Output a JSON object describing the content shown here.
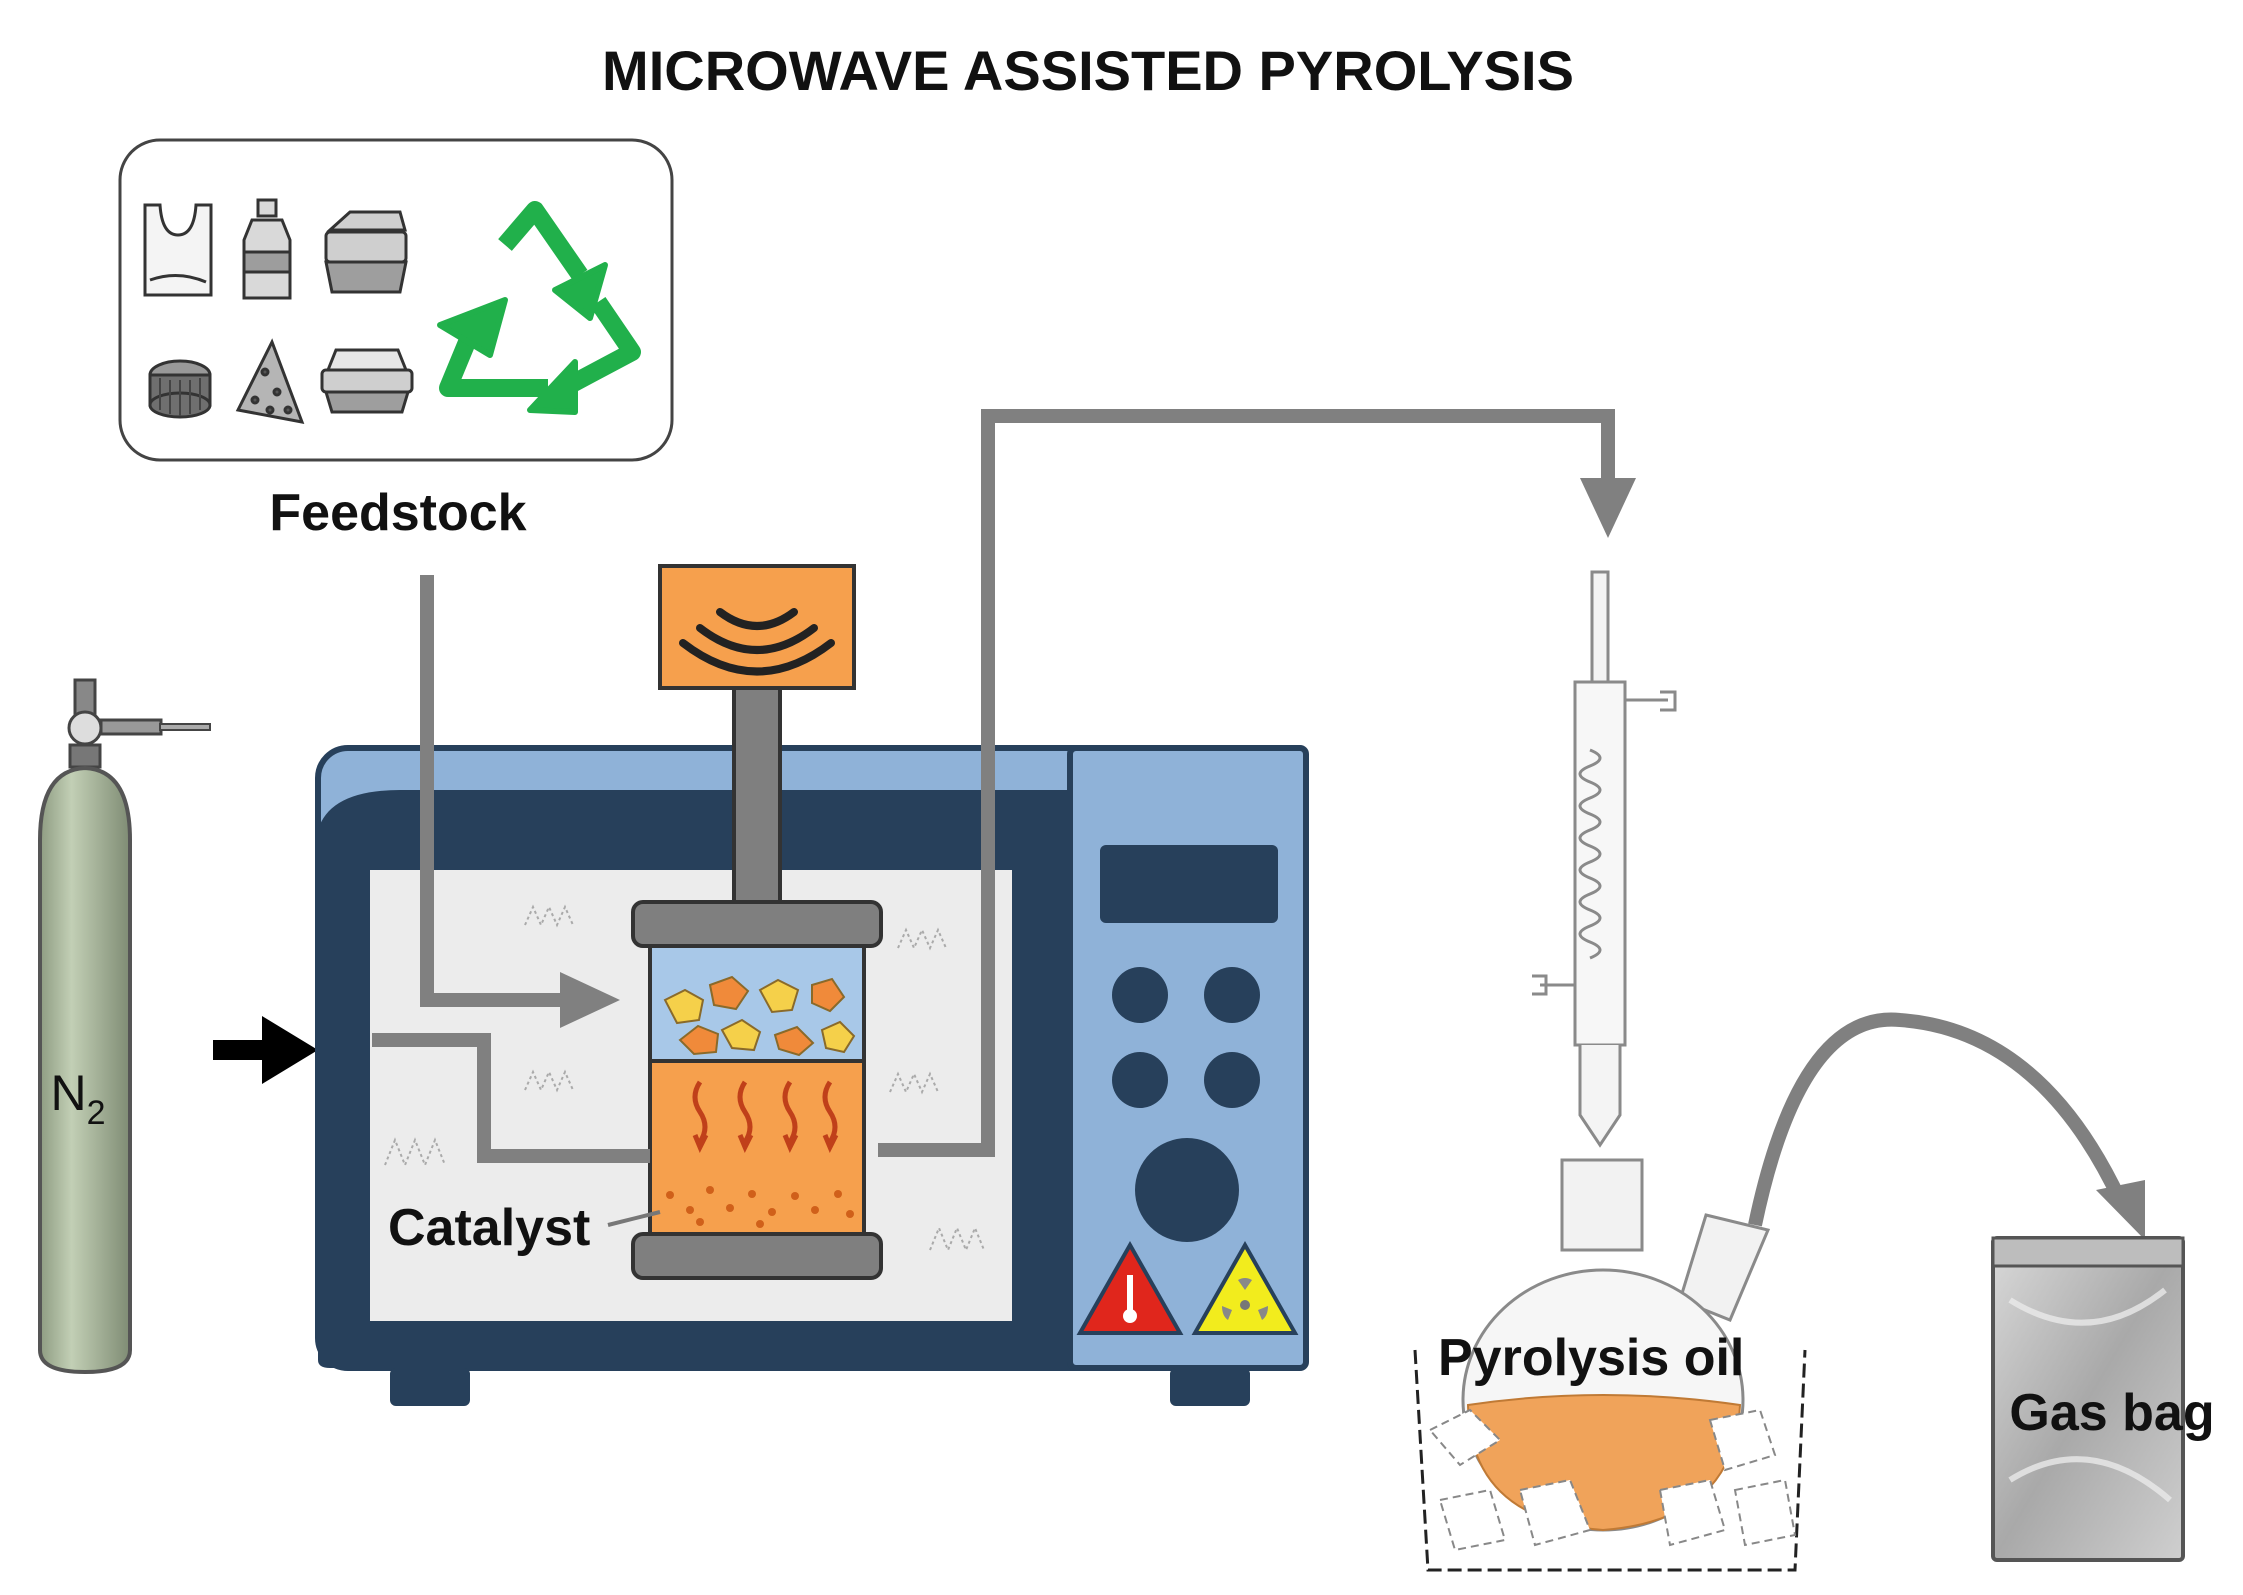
{
  "title": "MICROWAVE ASSISTED PYROLYSIS",
  "labels": {
    "feedstock": "Feedstock",
    "catalyst": "Catalyst",
    "pyrolysis_oil": "Pyrolysis oil",
    "gas_bag": "Gas bag",
    "n2_symbol": "N",
    "n2_subscript": "2"
  },
  "icons": {
    "feedstock_items": [
      "plastic-bag-icon",
      "bottle-icon",
      "food-container-icon",
      "bottle-cap-icon",
      "plastic-fragment-icon",
      "clamshell-box-icon"
    ],
    "recycle": "recycle-icon",
    "microwave_emitter": "microwave-waves-icon",
    "warning_heat": "high-temperature-warning-icon",
    "warning_radiation": "radiation-warning-icon"
  },
  "colors": {
    "microwave_body": "#27405b",
    "microwave_panel": "#8fb2d8",
    "pipe": "#808080",
    "catalyst_bed": "#f6a04d",
    "oil": "#f0a35a",
    "cylinder": "#a9b79b",
    "recycle": "#21b04b",
    "heat_warning": "#e0261c",
    "radiation_warning": "#f2ec1d"
  }
}
